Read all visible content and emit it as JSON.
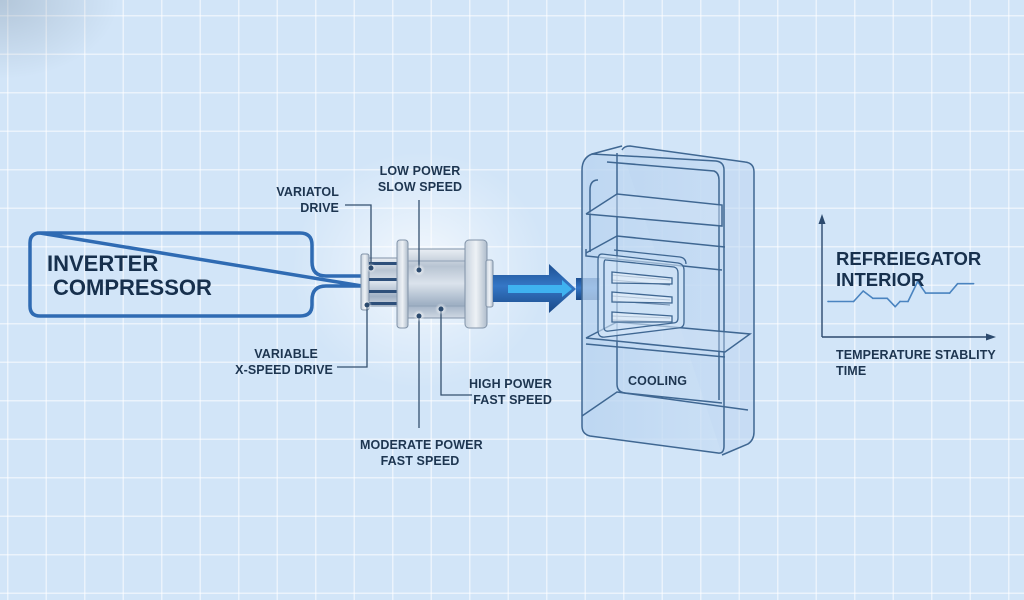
{
  "diagram": {
    "compressor_box": {
      "line1": "INVERTER",
      "line2": "COMPRESSOR"
    },
    "labels": {
      "variatol_drive": {
        "line1": "VARIATOL",
        "line2": "DRIVE"
      },
      "low_power": {
        "line1": "LOW POWER",
        "line2": "SLOW SPEED"
      },
      "variable_drive": {
        "line1": "VARIABLE",
        "line2": "X-SPEED DRIVE"
      },
      "high_power": {
        "line1": "HIGH POWER",
        "line2": "FAST SPEED"
      },
      "moderate_power": {
        "line1": "MODERATE POWER",
        "line2": "FAST SPEED"
      },
      "cooling": "COOLING"
    },
    "fridge_title": {
      "line1": "REFREIEGATOR",
      "line2": "INTERIOR"
    },
    "graph_caption": {
      "line1": "TEMPERATURE STABLITY",
      "line2": "TIME"
    },
    "colors": {
      "background": "#d2e5f8",
      "outline_blue": "#2f6bb3",
      "text_dark": "#1d3550",
      "arrow_blue": "#2a67b8",
      "arrow_highlight": "#3fb2f0",
      "line_blue": "#4a84c0"
    }
  },
  "chart_data": {
    "type": "line",
    "title": "REFREIEGATOR INTERIOR",
    "xlabel": "TIME",
    "ylabel": "TEMPERATURE STABLITY",
    "x": [
      0,
      1.6,
      2.2,
      2.8,
      3.7,
      4.2,
      4.5,
      5.0,
      5.6,
      6.1,
      7.6,
      8.1,
      9.1
    ],
    "series": [
      {
        "name": "temperature",
        "values": [
          3.4,
          3.4,
          4.4,
          3.7,
          3.7,
          2.9,
          3.4,
          3.4,
          5.3,
          4.2,
          4.2,
          5.1,
          5.1
        ]
      }
    ],
    "xlim": [
      0,
      10
    ],
    "ylim": [
      0,
      11
    ],
    "grid": false,
    "legend": "none"
  }
}
